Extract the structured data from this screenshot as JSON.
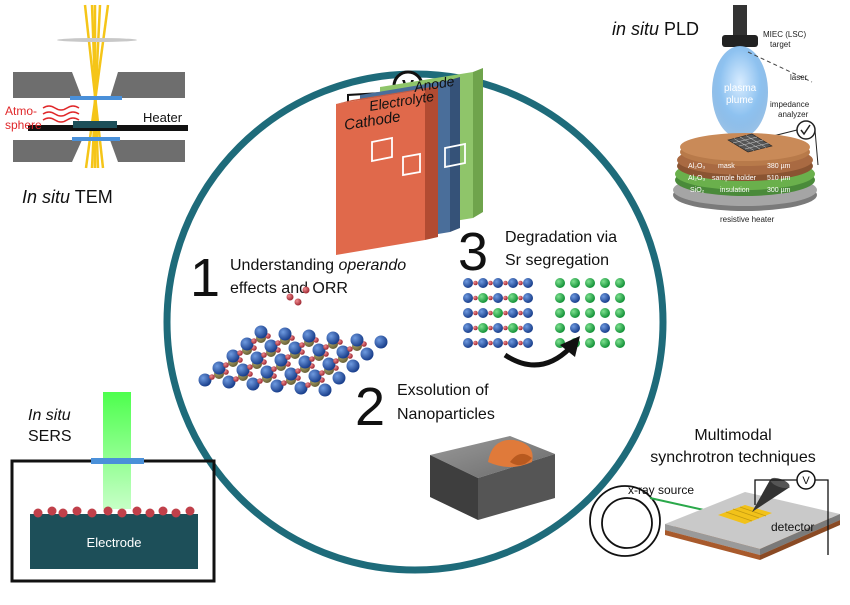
{
  "center": {
    "step1": {
      "number": "1",
      "line1_pre": "Understanding ",
      "line1_italic": "operando",
      "line2": "effects and ORR"
    },
    "step2": {
      "number": "2",
      "line1": "Exsolution of",
      "line2": "Nanoparticles"
    },
    "step3": {
      "number": "3",
      "line1": "Degradation via",
      "line2": "Sr segregation"
    },
    "cell": {
      "anode": "Anode",
      "electrolyte": "Electrolyte",
      "cathode": "Cathode",
      "voltmeter": "V"
    }
  },
  "tem": {
    "title_italic": "In situ",
    "title_rest": " TEM",
    "atmosphere_1": "Atmo-",
    "atmosphere_2": "sphere",
    "heater": "Heater",
    "colors": {
      "atmosphere": "#e0282a",
      "beam": "#f5c518"
    }
  },
  "pld": {
    "title_italic": "in situ",
    "title_rest": " PLD",
    "target_1": "MIEC (LSC)",
    "target_2": "target",
    "laser": "laser",
    "plume_1": "plasma",
    "plume_2": "plume",
    "analyzer_1": "impedance",
    "analyzer_2": "analyzer",
    "mask": "mask",
    "mask_value": "380 µm",
    "al2o3": "Al₂O₃",
    "sample_holder": "sample holder",
    "holder_value": "510 µm",
    "sio2": "SiO₂",
    "insulation": "insulation",
    "insulation_value": "300 µm",
    "heater": "resistive heater"
  },
  "sers": {
    "title_line1": "In situ",
    "title_line2": "SERS",
    "electrode": "Electrode",
    "colors": {
      "laser": "#2ee82e",
      "electrode": "#1d4f59"
    }
  },
  "synchrotron": {
    "title_1": "Multimodal",
    "title_2": "synchrotron techniques",
    "source": "x-ray source",
    "detector": "detector",
    "voltmeter": "V"
  },
  "colors": {
    "ring": "#1e6b7a",
    "cathode": "#e0694b",
    "electrolyte": "#4a6e9a",
    "anode": "#8fc56a",
    "atom_blue": "#1f4fa8",
    "atom_green": "#22b04a",
    "atom_red": "#c0404a"
  }
}
